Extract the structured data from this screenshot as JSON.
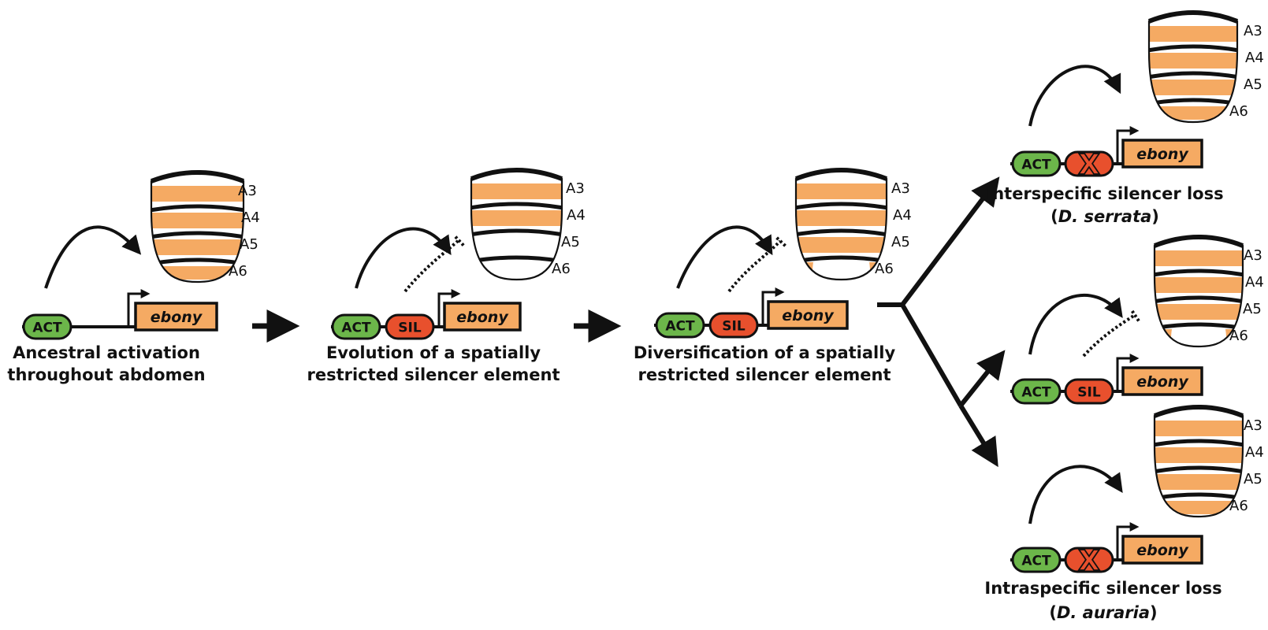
{
  "colors": {
    "orange": "#f5aa63",
    "green": "#6cb64a",
    "red": "#e8502d",
    "ink": "#111111",
    "white": "#ffffff"
  },
  "labels": {
    "act": "ACT",
    "sil": "SIL",
    "gene": "ebony",
    "x_mark": "X",
    "segments": [
      "A3",
      "A4",
      "A5",
      "A6"
    ]
  },
  "captions": {
    "ancestral": [
      "Ancestral activation",
      "throughout abdomen"
    ],
    "evolution": [
      "Evolution of a spatially",
      "restricted silencer element"
    ],
    "diversification": [
      "Diversification of a spatially",
      "restricted silencer element"
    ],
    "interspecific": {
      "line1": "Interspecific silencer loss",
      "open": "(",
      "species": "D. serrata",
      "close": ")"
    },
    "intraspecific": {
      "line1": "Intraspecific silencer loss",
      "open": "(",
      "species": "D. auraria",
      "close": ")"
    }
  },
  "panels": [
    {
      "id": "ancestral",
      "abdomen_pattern": "full",
      "silencer": "none",
      "silencer_arrow": false
    },
    {
      "id": "evolution",
      "abdomen_pattern": "top-two",
      "silencer": "active",
      "silencer_arrow": true
    },
    {
      "id": "diversification",
      "abdomen_pattern": "corners",
      "silencer": "active",
      "silencer_arrow": true
    },
    {
      "id": "interspecific",
      "abdomen_pattern": "full",
      "silencer": "lost",
      "silencer_arrow": false
    },
    {
      "id": "middle-branch",
      "abdomen_pattern": "corners",
      "silencer": "active",
      "silencer_arrow": true
    },
    {
      "id": "intraspecific",
      "abdomen_pattern": "full",
      "silencer": "lost",
      "silencer_arrow": false
    }
  ]
}
